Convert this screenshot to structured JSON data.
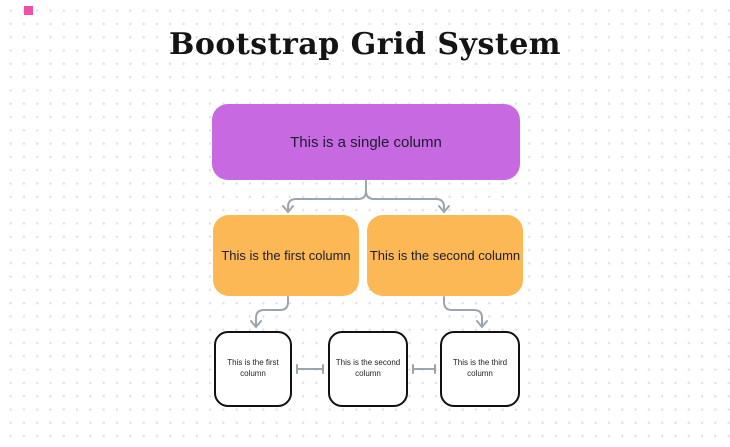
{
  "canvas": {
    "title": "Bootstrap Grid System"
  },
  "colors": {
    "node_purple": "#c76ae1",
    "node_orange": "#fcb854",
    "node_white_border": "#111111",
    "connector_gray": "#9aa5ae",
    "grid_dot": "#e3e3e3",
    "marker_pink": "#ef4fa6"
  },
  "nodes": {
    "single": {
      "label": "This is a single column"
    },
    "row2": [
      {
        "label": "This is the first column"
      },
      {
        "label": "This is the second column"
      }
    ],
    "row3": [
      {
        "label": "This is the first column"
      },
      {
        "label": "This is the second column"
      },
      {
        "label": "This is the third column"
      }
    ]
  }
}
